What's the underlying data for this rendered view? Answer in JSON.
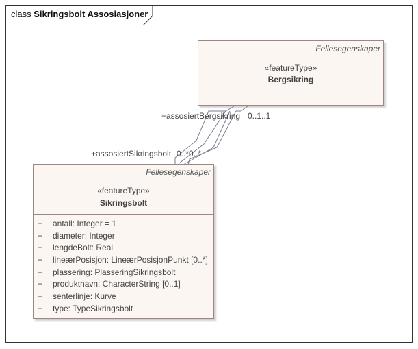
{
  "frame": {
    "keyword": "class",
    "name": "Sikringsbolt Assosiasjoner"
  },
  "classes": {
    "bergsikring": {
      "package": "Fellesegenskaper",
      "stereotype": "«featureType»",
      "name": "Bergsikring"
    },
    "sikringsbolt": {
      "package": "Fellesegenskaper",
      "stereotype": "«featureType»",
      "name": "Sikringsbolt",
      "attributes": [
        {
          "vis": "+",
          "text": "antall: Integer = 1"
        },
        {
          "vis": "+",
          "text": "diameter: Integer"
        },
        {
          "vis": "+",
          "text": "lengdeBolt: Real"
        },
        {
          "vis": "+",
          "text": "lineærPosisjon: LineærPosisjonPunkt [0..*]"
        },
        {
          "vis": "+",
          "text": "plassering: PlasseringSikringsbolt"
        },
        {
          "vis": "+",
          "text": "produktnavn: CharacterString [0..1]"
        },
        {
          "vis": "+",
          "text": "senterlinje: Kurve"
        },
        {
          "vis": "+",
          "text": "type: TypeSikringsbolt"
        }
      ]
    }
  },
  "association": {
    "role_bergsikring": "+assosiertBergsikring",
    "mult_bergsikring": "0..1..1",
    "role_sikringsbolt": "+assosiertSikringsbolt",
    "mult_sikringsbolt": "0..*0..*"
  }
}
